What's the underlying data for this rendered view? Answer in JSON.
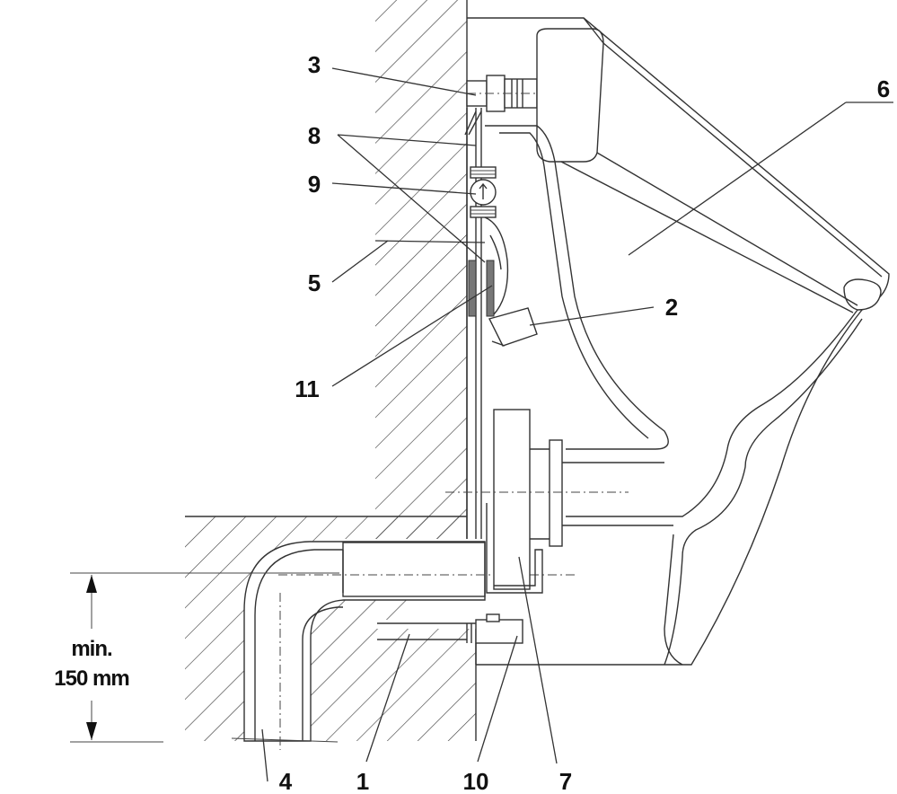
{
  "diagram": {
    "dimension": {
      "line1": "min.",
      "line2": "150 mm"
    },
    "callouts": [
      {
        "id": "1",
        "text": "1"
      },
      {
        "id": "2",
        "text": "2"
      },
      {
        "id": "3",
        "text": "3"
      },
      {
        "id": "4",
        "text": "4"
      },
      {
        "id": "5",
        "text": "5"
      },
      {
        "id": "6",
        "text": "6"
      },
      {
        "id": "7",
        "text": "7"
      },
      {
        "id": "8",
        "text": "8"
      },
      {
        "id": "9",
        "text": "9"
      },
      {
        "id": "10",
        "text": "10"
      },
      {
        "id": "11",
        "text": "11"
      }
    ],
    "colors": {
      "line": "#333333",
      "background": "#ffffff",
      "text": "#111111"
    }
  }
}
